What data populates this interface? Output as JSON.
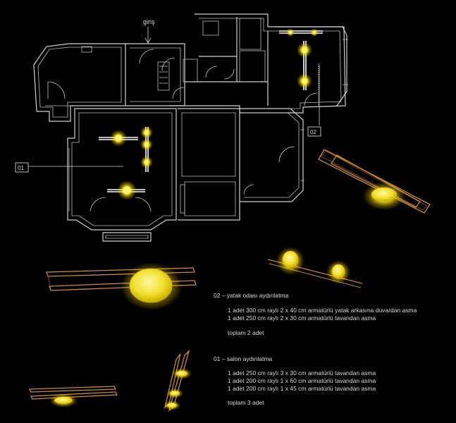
{
  "plan": {
    "entrance_label": "giriş",
    "tag_01": "01",
    "tag_02": "02"
  },
  "notes": {
    "section_02": {
      "title": "02 – yatak odası aydınlatma",
      "lines": [
        "1 adet 300 cm raylı 2 x 40 cm armatürlü yatak arkasına duvardan asma",
        "1 adet 250 cm raylı 2 x 30 cm armatürlü tavandan asma"
      ],
      "total": "toplam 2 adet"
    },
    "section_01": {
      "title": "01 – salon aydınlatma",
      "lines": [
        "1 adet 250 cm raylı 3 x 30 cm armatürlü tavandan asma",
        "1 adet 200 cm raylı 1 x 60 cm armatürlü tavandan asma",
        "1 adet 200 cm raylı 1 x 45 cm armatürlü tavandan asma"
      ],
      "total": "toplam 3 adet"
    }
  },
  "colors": {
    "background": "#000000",
    "wall": "#d0d0d0",
    "light_core": "#fff46a",
    "light_glow": "#ffe600",
    "rail_bronze": "#c98a3a",
    "text": "#d8d8d8"
  }
}
